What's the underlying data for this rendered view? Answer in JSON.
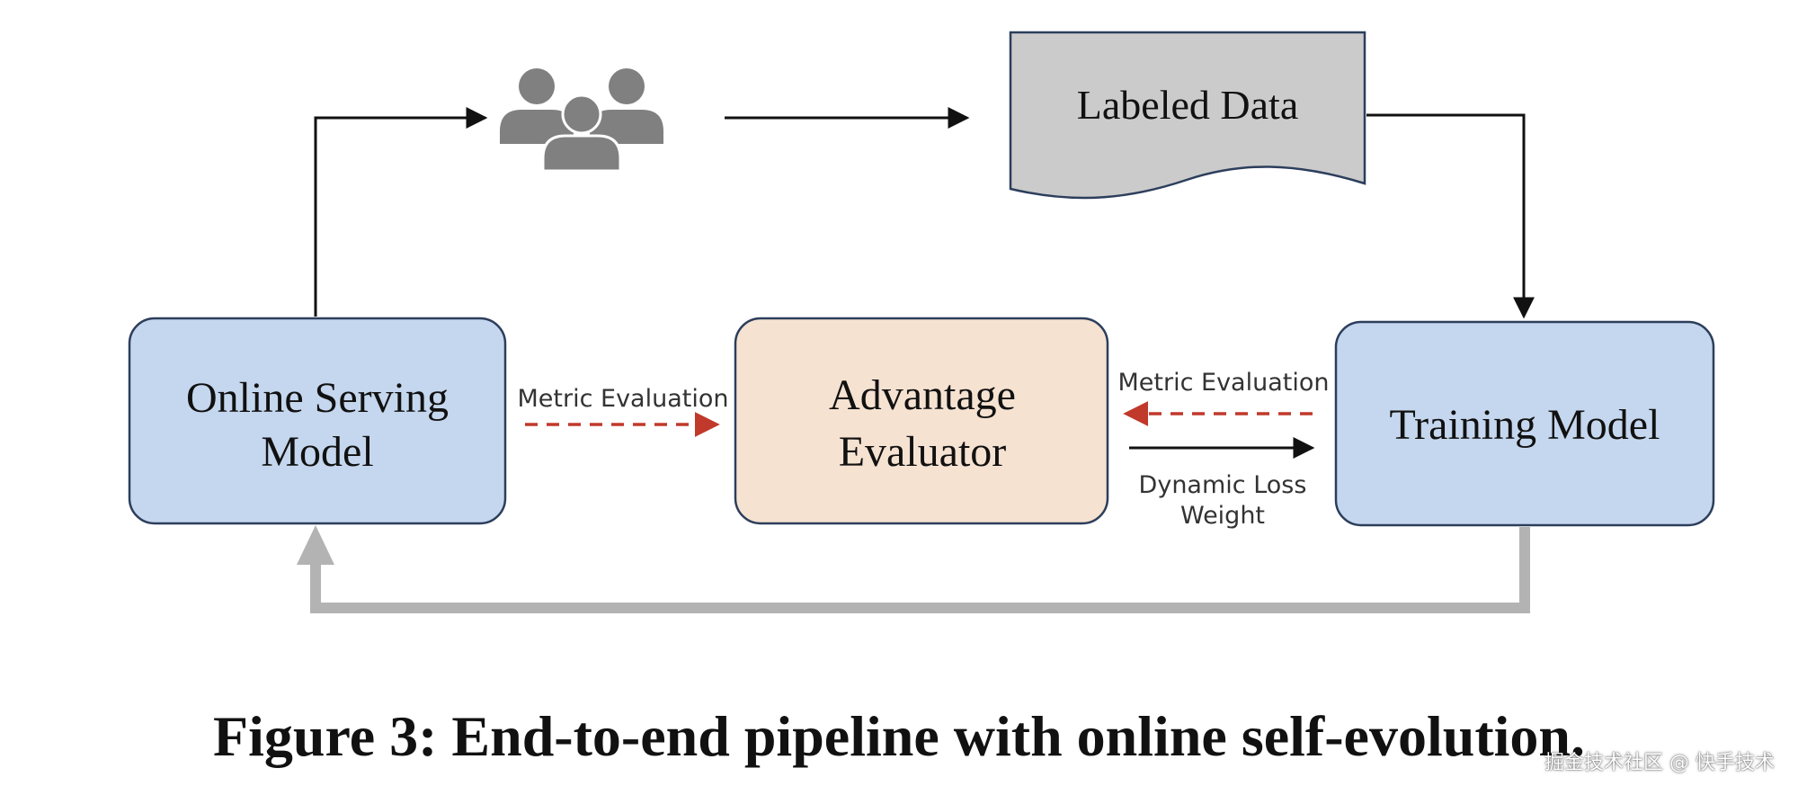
{
  "nodes": {
    "online_serving": {
      "line1": "Online Serving",
      "line2": "Model"
    },
    "advantage_evaluator": {
      "line1": "Advantage",
      "line2": "Evaluator"
    },
    "training_model": {
      "label": "Training Model"
    },
    "labeled_data": {
      "label": "Labeled Data"
    },
    "users_icon": "users-group-icon"
  },
  "edges": {
    "metric_eval_left": "Metric Evaluation",
    "metric_eval_right": "Metric Evaluation",
    "dynamic_loss_line1": "Dynamic Loss",
    "dynamic_loss_line2": "Weight"
  },
  "caption": "Figure 3: End-to-end pipeline with online self-evolution.",
  "watermark": "掘金技术社区 @ 快手技术",
  "colors": {
    "blue_box": "#c5d7ee",
    "blue_border": "#2c3e5c",
    "peach_box": "#f6e2d1",
    "doc_fill": "#cbcbcb",
    "doc_border": "#2c3e5c",
    "icon_gray": "#808080",
    "dashed_red": "#c0392b",
    "feedback_gray": "#b3b3b3"
  }
}
